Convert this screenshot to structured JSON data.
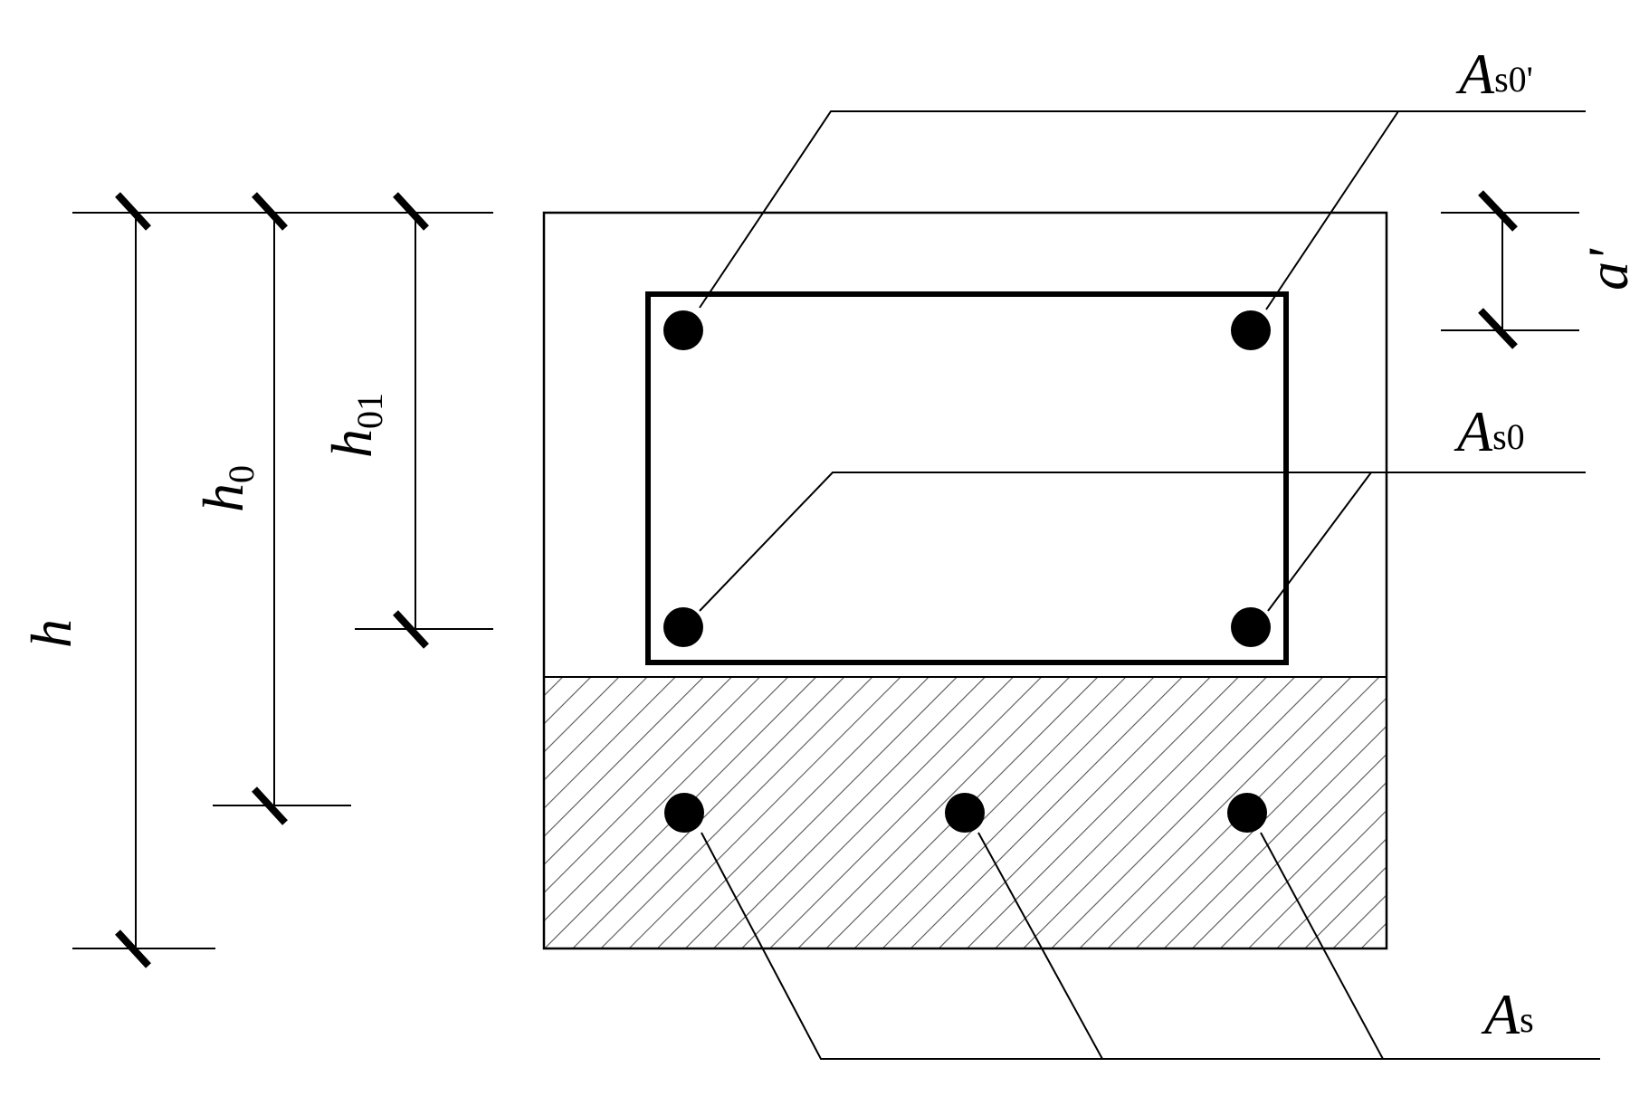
{
  "labels": {
    "h": "h",
    "h0_main": "h",
    "h0_sub": "0",
    "h01_main": "h",
    "h01_sub": "01",
    "a_prime": "a'",
    "as0_prime_main": "A",
    "as0_prime_sub": "s0'",
    "as0_main": "A",
    "as0_sub": "s0",
    "as_main": "A",
    "as_sub": "s"
  }
}
